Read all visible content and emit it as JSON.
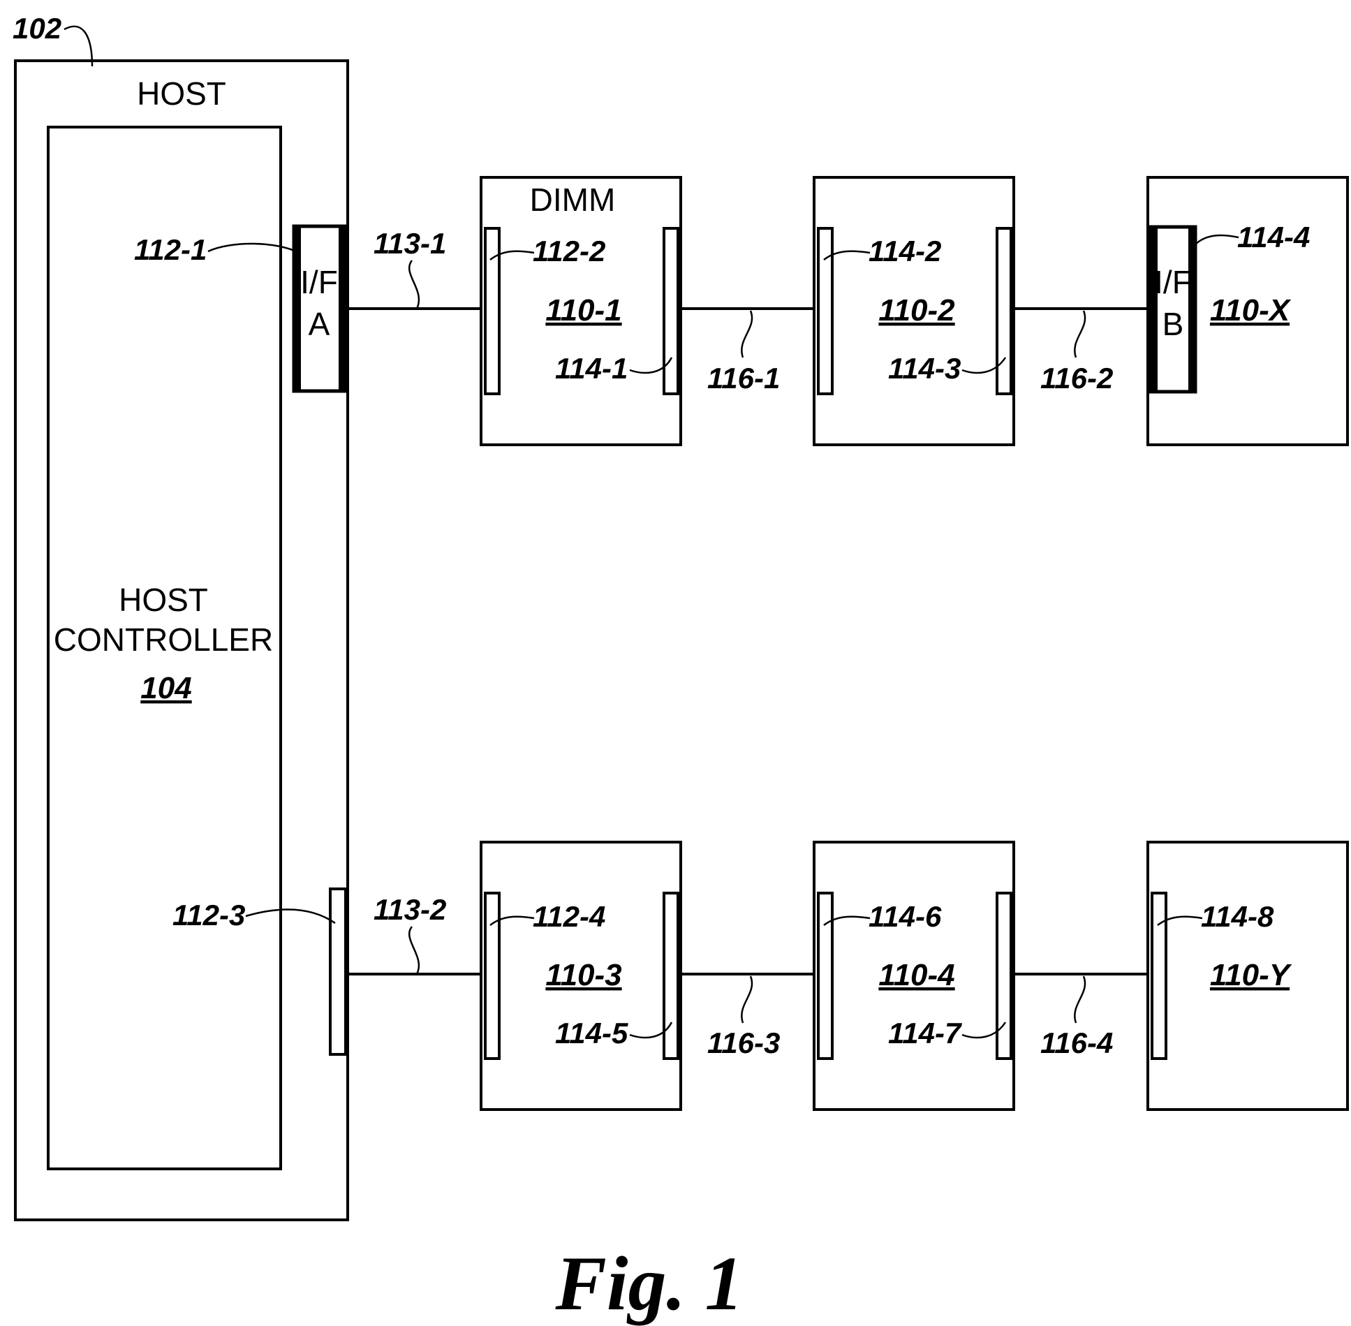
{
  "host": {
    "ref": "102",
    "label": "HOST"
  },
  "controller": {
    "line1": "HOST",
    "line2": "CONTROLLER",
    "ref": "104"
  },
  "interface_a": {
    "line1": "I/F",
    "line2": "A"
  },
  "interface_b": {
    "line1": "I/F",
    "line2": "B"
  },
  "dimm_label": "DIMM",
  "refs": {
    "p112_1": "112-1",
    "p112_2": "112-2",
    "p112_3": "112-3",
    "p112_4": "112-4",
    "c113_1": "113-1",
    "c113_2": "113-2",
    "p114_1": "114-1",
    "p114_2": "114-2",
    "p114_3": "114-3",
    "p114_4": "114-4",
    "p114_5": "114-5",
    "p114_6": "114-6",
    "p114_7": "114-7",
    "p114_8": "114-8",
    "c116_1": "116-1",
    "c116_2": "116-2",
    "c116_3": "116-3",
    "c116_4": "116-4"
  },
  "modules": {
    "m110_1": "110-1",
    "m110_2": "110-2",
    "m110_x": "110-X",
    "m110_3": "110-3",
    "m110_4": "110-4",
    "m110_y": "110-Y"
  },
  "caption": "Fig. 1"
}
